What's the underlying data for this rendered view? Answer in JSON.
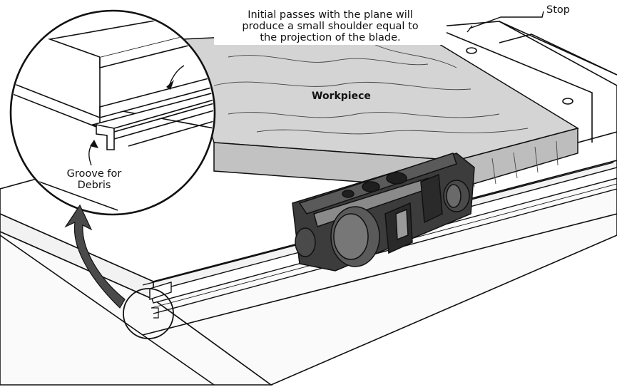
{
  "labels": {
    "callout": [
      "Initial passes with the plane will",
      "produce a small shoulder equal to",
      "the projection of the blade."
    ],
    "stop": "Stop",
    "workpiece": "Workpiece",
    "groove": [
      "Groove for",
      "Debris"
    ]
  },
  "colors": {
    "line": "#111111",
    "wood_top": "#d4d4d4",
    "wood_end": "#bdbdbd",
    "plane_body": "#3c3c3c",
    "plane_highlight": "#8a8a8a",
    "arrow": "#4a4a4a"
  }
}
